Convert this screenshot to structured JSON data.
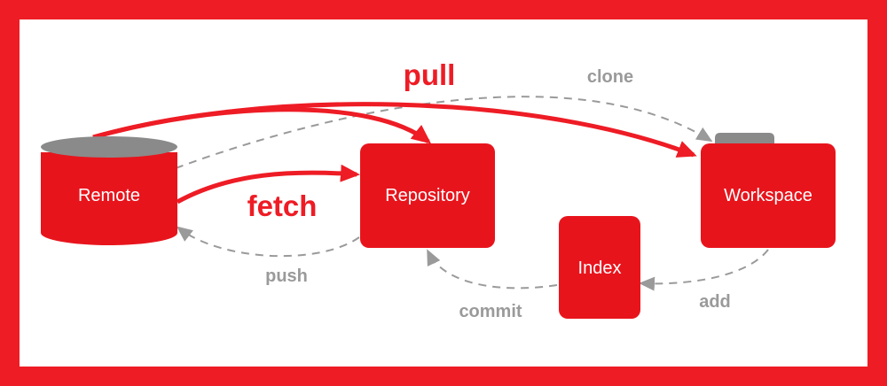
{
  "colors": {
    "frame": "#ee1c25",
    "node": "#e8141c",
    "solid_arrow": "#ee1c25",
    "dashed_arrow": "#9a9a9a",
    "folder_tab": "#8a8a8a",
    "cylinder_top": "#8a8a8a"
  },
  "nodes": {
    "remote": "Remote",
    "repository": "Repository",
    "workspace": "Workspace",
    "index": "Index"
  },
  "edges": {
    "pull": "pull",
    "fetch": "fetch",
    "clone": "clone",
    "push": "push",
    "commit": "commit",
    "add": "add"
  }
}
